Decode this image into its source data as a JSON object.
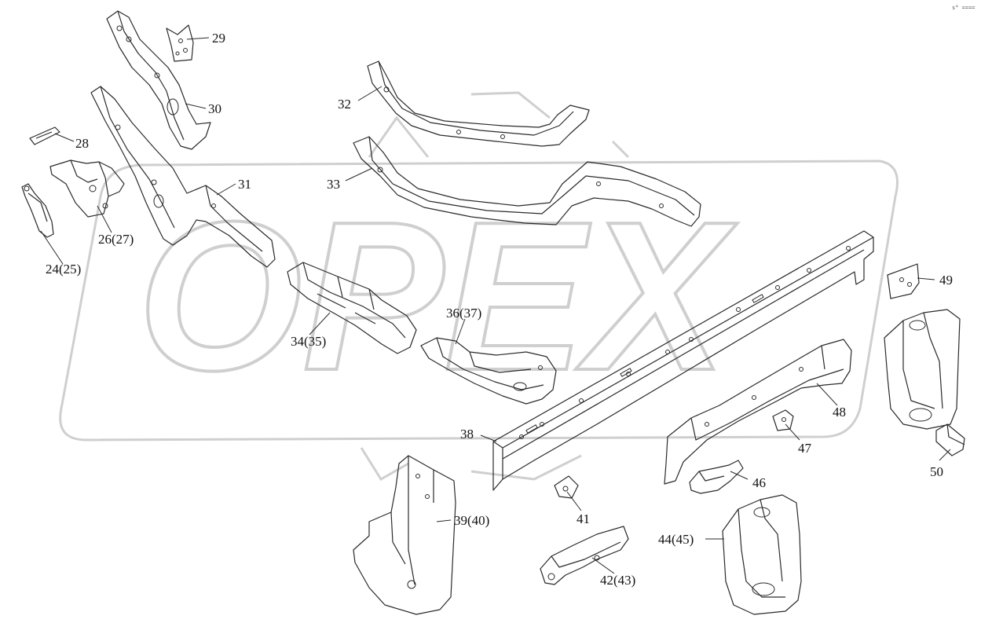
{
  "watermark": {
    "text": "OPEX"
  },
  "corner_code": "s° ====",
  "labels": {
    "p24": "24(25)",
    "p26": "26(27)",
    "p28": "28",
    "p29": "29",
    "p30": "30",
    "p31": "31",
    "p32": "32",
    "p33": "33",
    "p34": "34(35)",
    "p36": "36(37)",
    "p38": "38",
    "p39": "39(40)",
    "p41": "41",
    "p42": "42(43)",
    "p44": "44(45)",
    "p46": "46",
    "p47": "47",
    "p48": "48",
    "p49": "49",
    "p50": "50"
  }
}
